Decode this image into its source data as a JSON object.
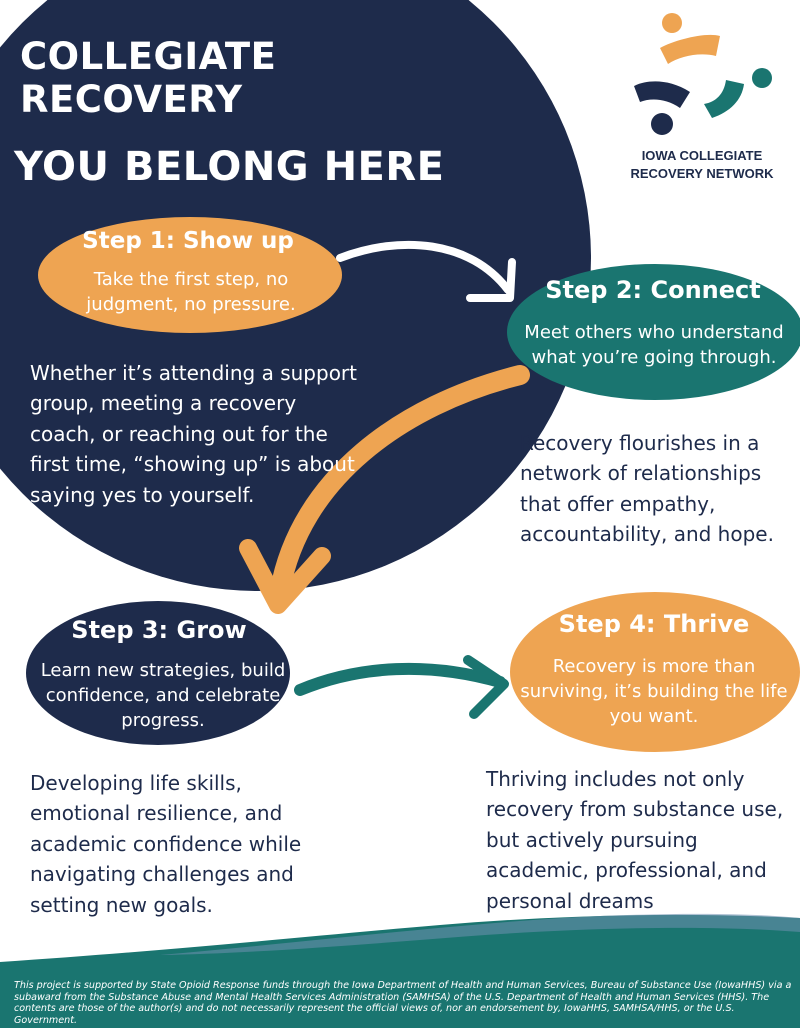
{
  "header": {
    "title_line1": "COLLEGIATE",
    "title_line2": "RECOVERY",
    "tagline": "YOU BELONG HERE"
  },
  "organization": {
    "name_line1": "IOWA COLLEGIATE",
    "name_line2": "RECOVERY NETWORK",
    "logo_icon": "people-circle-logo-icon"
  },
  "colors": {
    "navy": "#1e2b4b",
    "orange": "#eea452",
    "teal": "#1a7570",
    "white": "#ffffff"
  },
  "steps": [
    {
      "title": "Step 1: Show up",
      "description": "Take the first step, no judgment, no pressure.",
      "body": "Whether it’s attending a support group, meeting a recovery coach, or reaching out for the first time, “showing up” is about saying yes to yourself."
    },
    {
      "title": "Step 2: Connect",
      "description": "Meet others who understand what you’re going through.",
      "body": "Recovery flourishes in a network of relationships that offer empathy, accountability, and hope."
    },
    {
      "title": "Step 3: Grow",
      "description": "Learn new strategies, build confidence, and celebrate progress.",
      "body": "Developing life skills, emotional resilience, and academic confidence while navigating challenges and setting new goals."
    },
    {
      "title": "Step 4: Thrive",
      "description": "Recovery is more than surviving, it’s  building the life you want.",
      "body": "Thriving includes not only recovery from substance use, but actively pursuing academic, professional, and personal dreams"
    }
  ],
  "footer": {
    "disclaimer": "This project is supported by State Opioid Response funds through the Iowa Department of Health and Human Services, Bureau of Substance Use (IowaHHS) via a subaward from the Substance Abuse and Mental Health Services Administration (SAMHSA) of the U.S. Department of Health and Human Services (HHS). The contents are those of the author(s) and do not necessarily represent the official views of, nor an endorsement by, IowaHHS, SAMHSA/HHS, or the U.S. Government."
  }
}
